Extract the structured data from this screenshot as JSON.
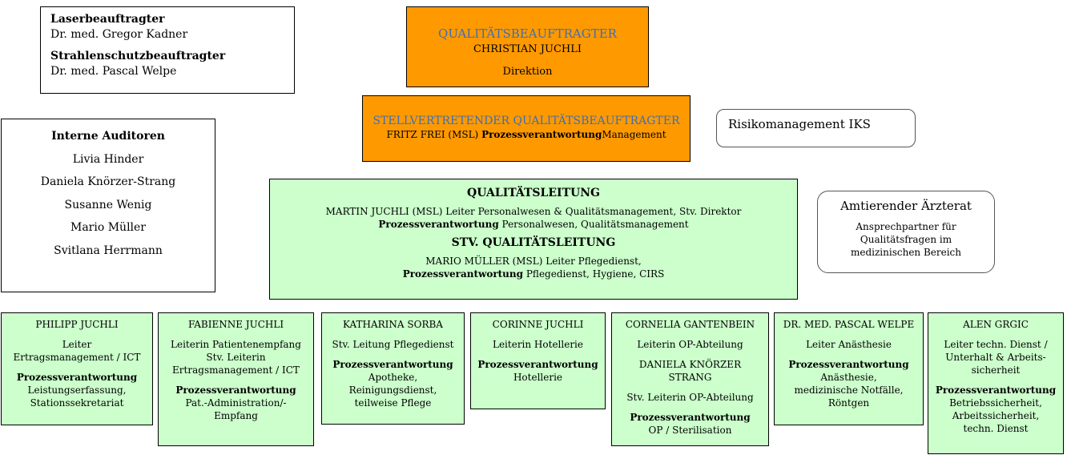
{
  "laser": {
    "title1": "Laserbeauftragter",
    "name1": "Dr. med. Gregor Kadner",
    "title2": "Strahlenschutzbeauftragter",
    "name2": "Dr. med. Pascal Welpe"
  },
  "qb": {
    "title": "QUALITÄTSBEAUFTRAGTER",
    "name": "CHRISTIAN JUCHLI",
    "unit": "Direktion"
  },
  "stv_qb": {
    "title": "STELLVERTRETENDER QUALITÄTSBEAUFTRAGTER",
    "name": "FRITZ FREI (MSL)",
    "bold": "Prozessverantwortung",
    "role": "Management"
  },
  "risk": {
    "label": "Risikomanagement IKS"
  },
  "auditors": {
    "title": "Interne Auditoren",
    "names": [
      "Livia Hinder",
      "Daniela Knörzer-Strang",
      "Susanne Wenig",
      "Mario Müller",
      "Svitlana Herrmann"
    ]
  },
  "ql": {
    "title": "QUALITÄTSLEITUNG",
    "line1": "MARTIN JUCHLI (MSL) Leiter Personalwesen & Qualitätsmanagement,  Stv. Direktor",
    "bold1": "Prozessverantwortung",
    "line2": "Personalwesen, Qualitätsmanagement",
    "stv_title": "STV. QUALITÄTSLEITUNG",
    "line3": "MARIO MÜLLER (MSL) Leiter Pflegedienst,",
    "bold2": "Prozessverantwortung",
    "line4": "Pflegedienst, Hygiene, CIRS"
  },
  "arzt": {
    "title": "Amtierender Ärzterat",
    "l1": "Ansprechpartner für",
    "l2": "Qualitätsfragen im",
    "l3": "medizinischen Bereich"
  },
  "boxes": [
    {
      "name": "PHILIPP JUCHLI",
      "r1": "Leiter",
      "r2": "Ertragsmanagement / ICT",
      "pv": "Prozessverantwortung",
      "d1": "Leistungserfassung,",
      "d2": "Stationssekretariat"
    },
    {
      "name": "FABIENNE JUCHLI",
      "r1": "Leiterin Patientenempfang",
      "r2": "Stv. Leiterin",
      "r3": "Ertragsmanagement / ICT",
      "pv": "Prozessverantwortung",
      "d1": "Pat.-Administration/-",
      "d2": "Empfang"
    },
    {
      "name": "KATHARINA SORBA",
      "r1": "Stv. Leitung Pflegedienst",
      "pv": "Prozessverantwortung",
      "d1": "Apotheke,",
      "d2": "Reinigungsdienst,",
      "d3": "teilweise Pflege"
    },
    {
      "name": "CORINNE JUCHLI",
      "r1": "Leiterin Hotellerie",
      "pv": "Prozessverantwortung",
      "d1": "Hotellerie"
    },
    {
      "name": "CORNELIA GANTENBEIN",
      "r1": "Leiterin OP-Abteilung",
      "name2": "DANIELA KNÖRZER STRANG",
      "r2": "Stv. Leiterin OP-Abteilung",
      "pv": "Prozessverantwortung",
      "d1": "OP / Sterilisation"
    },
    {
      "name": "DR. MED. PASCAL WELPE",
      "r1": "Leiter Anästhesie",
      "pv": "Prozessverantwortung",
      "d1": "Anästhesie,",
      "d2": "medizinische Notfälle,",
      "d3": "Röntgen"
    },
    {
      "name": "ALEN GRGIC",
      "r1": "Leiter techn. Dienst /",
      "r2": "Unterhalt & Arbeits-",
      "r3": "sicherheit",
      "pv": "Prozessverantwortung",
      "d1": "Betriebssicherheit,",
      "d2": "Arbeitssicherheit,",
      "d3": "techn. Dienst"
    }
  ],
  "colors": {
    "orange": "#ff9900",
    "green": "#ccffcc",
    "blue_title": "#3d6fb3"
  }
}
